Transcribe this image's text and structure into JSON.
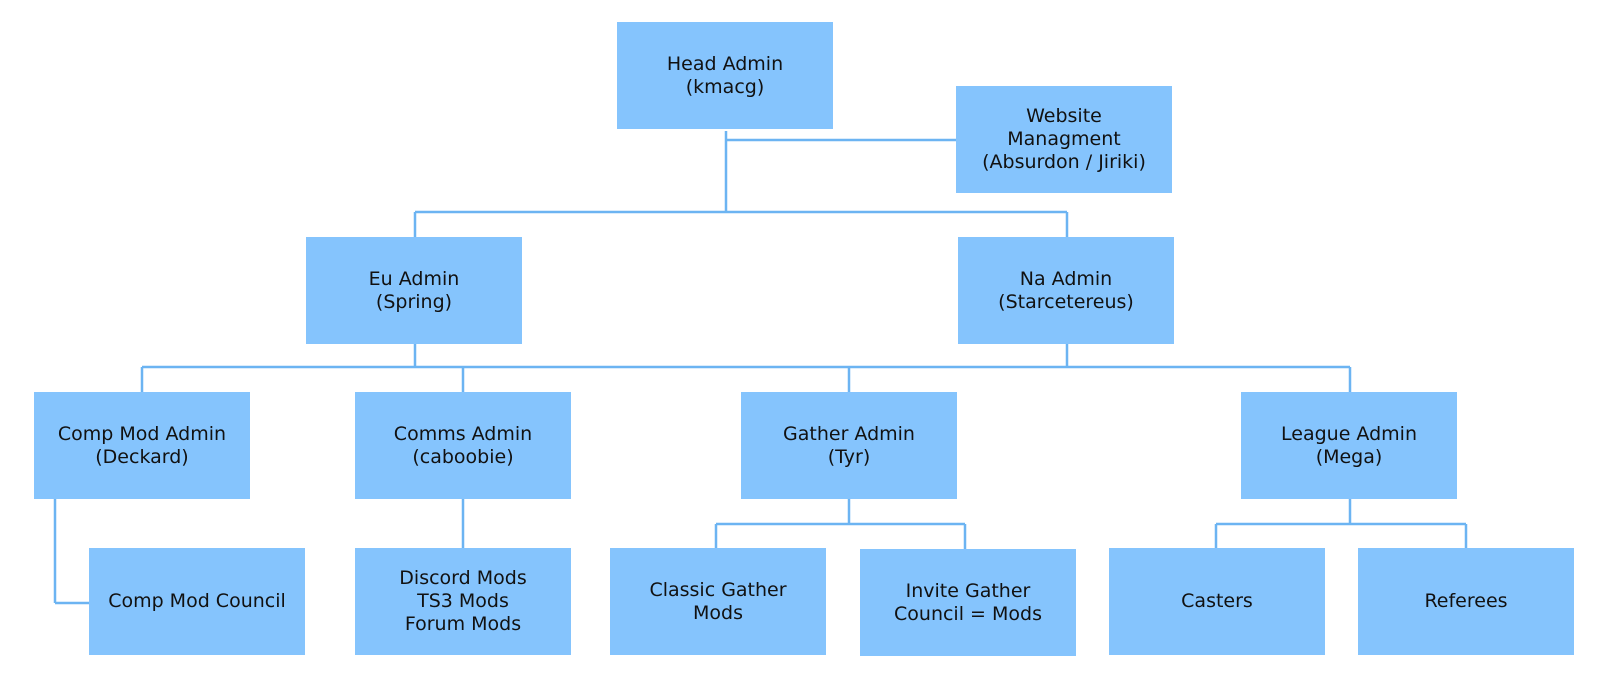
{
  "chart_data": {
    "type": "org-chart",
    "nodes": [
      {
        "id": "head",
        "label": "Head Admin\n(kmacg)"
      },
      {
        "id": "web",
        "label": "Website\nManagment\n(Absurdon / Jiriki)"
      },
      {
        "id": "eu",
        "label": "Eu Admin\n(Spring)"
      },
      {
        "id": "na",
        "label": "Na Admin\n(Starcetereus)"
      },
      {
        "id": "comp",
        "label": "Comp Mod Admin\n(Deckard)"
      },
      {
        "id": "comms",
        "label": "Comms Admin\n(caboobie)"
      },
      {
        "id": "gather",
        "label": "Gather Admin\n(Tyr)"
      },
      {
        "id": "league",
        "label": "League Admin\n(Mega)"
      },
      {
        "id": "council",
        "label": "Comp Mod Council"
      },
      {
        "id": "discord",
        "label": "Discord Mods\nTS3 Mods\nForum Mods"
      },
      {
        "id": "classic",
        "label": "Classic Gather\nMods"
      },
      {
        "id": "invite",
        "label": "Invite Gather\nCouncil = Mods"
      },
      {
        "id": "casters",
        "label": "Casters"
      },
      {
        "id": "referees",
        "label": "Referees"
      }
    ],
    "edges": [
      [
        "head",
        "web"
      ],
      [
        "head",
        "eu"
      ],
      [
        "head",
        "na"
      ],
      [
        "eu",
        "comp"
      ],
      [
        "eu",
        "comms"
      ],
      [
        "eu",
        "gather"
      ],
      [
        "eu",
        "league"
      ],
      [
        "na",
        "comp"
      ],
      [
        "na",
        "comms"
      ],
      [
        "na",
        "gather"
      ],
      [
        "na",
        "league"
      ],
      [
        "comp",
        "council"
      ],
      [
        "comms",
        "discord"
      ],
      [
        "gather",
        "classic"
      ],
      [
        "gather",
        "invite"
      ],
      [
        "league",
        "casters"
      ],
      [
        "league",
        "referees"
      ]
    ],
    "colors": {
      "box": "#85c4fd",
      "connector": "#6cb4f2",
      "text": "#111111"
    }
  }
}
